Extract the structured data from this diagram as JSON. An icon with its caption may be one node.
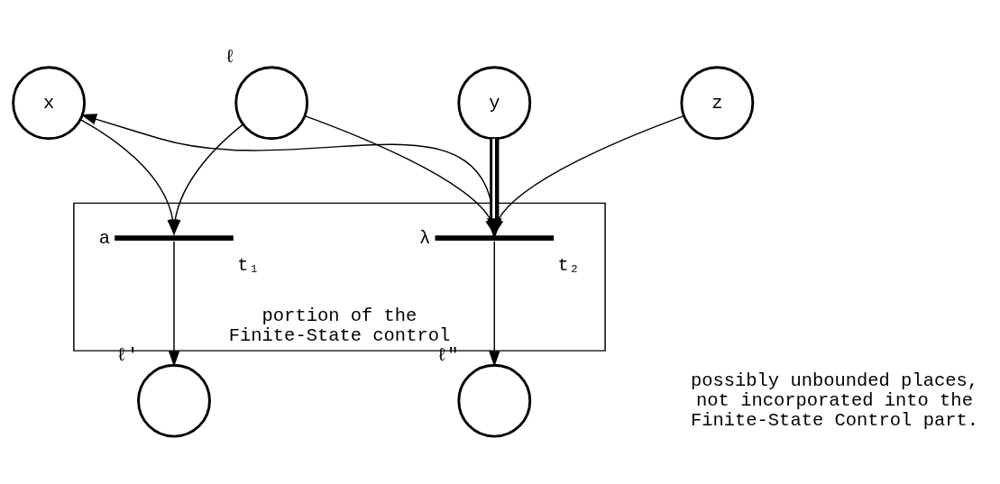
{
  "diagram": {
    "nodes": [
      {
        "text": [
          "portion of the Finite-State control"
        ]
      },
      {
        "text": [],
        "shape": "circle",
        "beside": [
          "ℓ"
        ]
      },
      {
        "text": [],
        "shape": "bar",
        "in": 0,
        "beside": [
          "a",
          "t₁"
        ]
      },
      {
        "text": [],
        "shape": "bar",
        "in": 0,
        "beside": [
          "λ",
          "t₂"
        ]
      },
      {
        "text": [
          "x"
        ]
      },
      {
        "text": [
          "y"
        ]
      },
      {
        "text": [
          "z"
        ]
      },
      {
        "text": [],
        "shape": "circle",
        "beside": [
          "ℓ'"
        ]
      },
      {
        "text": [],
        "shape": "circle",
        "beside": [
          "ℓ\""
        ]
      }
    ],
    "edges": [
      {
        "from": 1,
        "to": 2,
        "arrow": "to"
      },
      {
        "from": 4,
        "to": 2,
        "arrow": "to"
      },
      {
        "from": 1,
        "to": 3,
        "arrow": "to"
      },
      {
        "from": 2,
        "to": 7,
        "arrow": "to"
      },
      {
        "from": 3,
        "to": 4,
        "arrow": "to"
      },
      {
        "from": 5,
        "to": 3,
        "arrow": "to",
        "style": "thick"
      },
      {
        "from": 6,
        "to": 3,
        "arrow": "to"
      },
      {
        "from": 3,
        "to": 8,
        "arrow": "to"
      }
    ],
    "labels": [
      "possibly unbounded places, not incorporated into the Finite-State Control part."
    ]
  }
}
